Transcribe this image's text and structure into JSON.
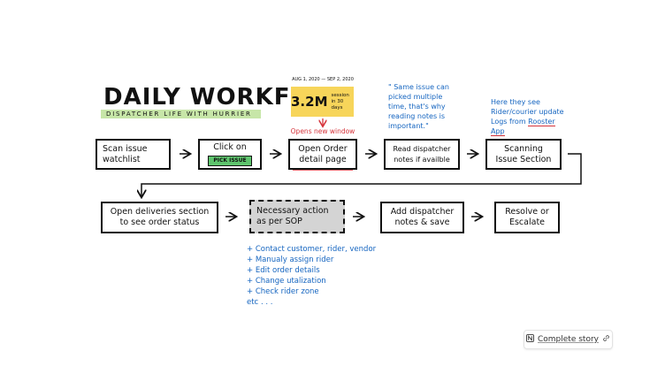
{
  "title": "DAILY WORKFLOW",
  "subtitle": "DISPATCHER LIFE WITH HURRIER",
  "stat": {
    "range": "AUG 1, 2020 — SEP 2, 2020",
    "value": "3.2M",
    "label": "session in 30 days"
  },
  "red_label": "Opens new window",
  "steps_row1": [
    {
      "text": "Scan issue watchlist"
    },
    {
      "text": "Click on",
      "pill": "PICK ISSUE"
    },
    {
      "text": "Open Order detail page"
    },
    {
      "text": "Read dispatcher notes if availble"
    },
    {
      "text": "Scanning Issue Section"
    }
  ],
  "steps_row2": [
    {
      "text": "Open deliveries section to see order status"
    },
    {
      "text": "Necessary action as per SOP"
    },
    {
      "text": "Add dispatcher notes & save"
    },
    {
      "text": "Resolve or Escalate"
    }
  ],
  "notes": {
    "quote": "\" Same issue can picked multiple time, that's why reading notes is important.\"",
    "rider_prefix": "Here they see Rider/courier update Logs from ",
    "rider_app": "Rooster App"
  },
  "actions": [
    "+ Contact customer, rider, vendor",
    "+ Manualy assign rider",
    "+ Edit order details",
    "+ Change utalization",
    "+ Check rider zone",
    "etc . . ."
  ],
  "complete_story": {
    "label": "Complete story",
    "icon": "notion-logo-icon",
    "link_icon": "link-icon"
  },
  "colors": {
    "stat_bg": "#f7d55a",
    "subtitle_bg": "#c7e6a8",
    "pill_bg": "#5ec46d",
    "note_blue": "#1565c0",
    "red": "#d6343b",
    "action_box": "#d4d4d4"
  }
}
